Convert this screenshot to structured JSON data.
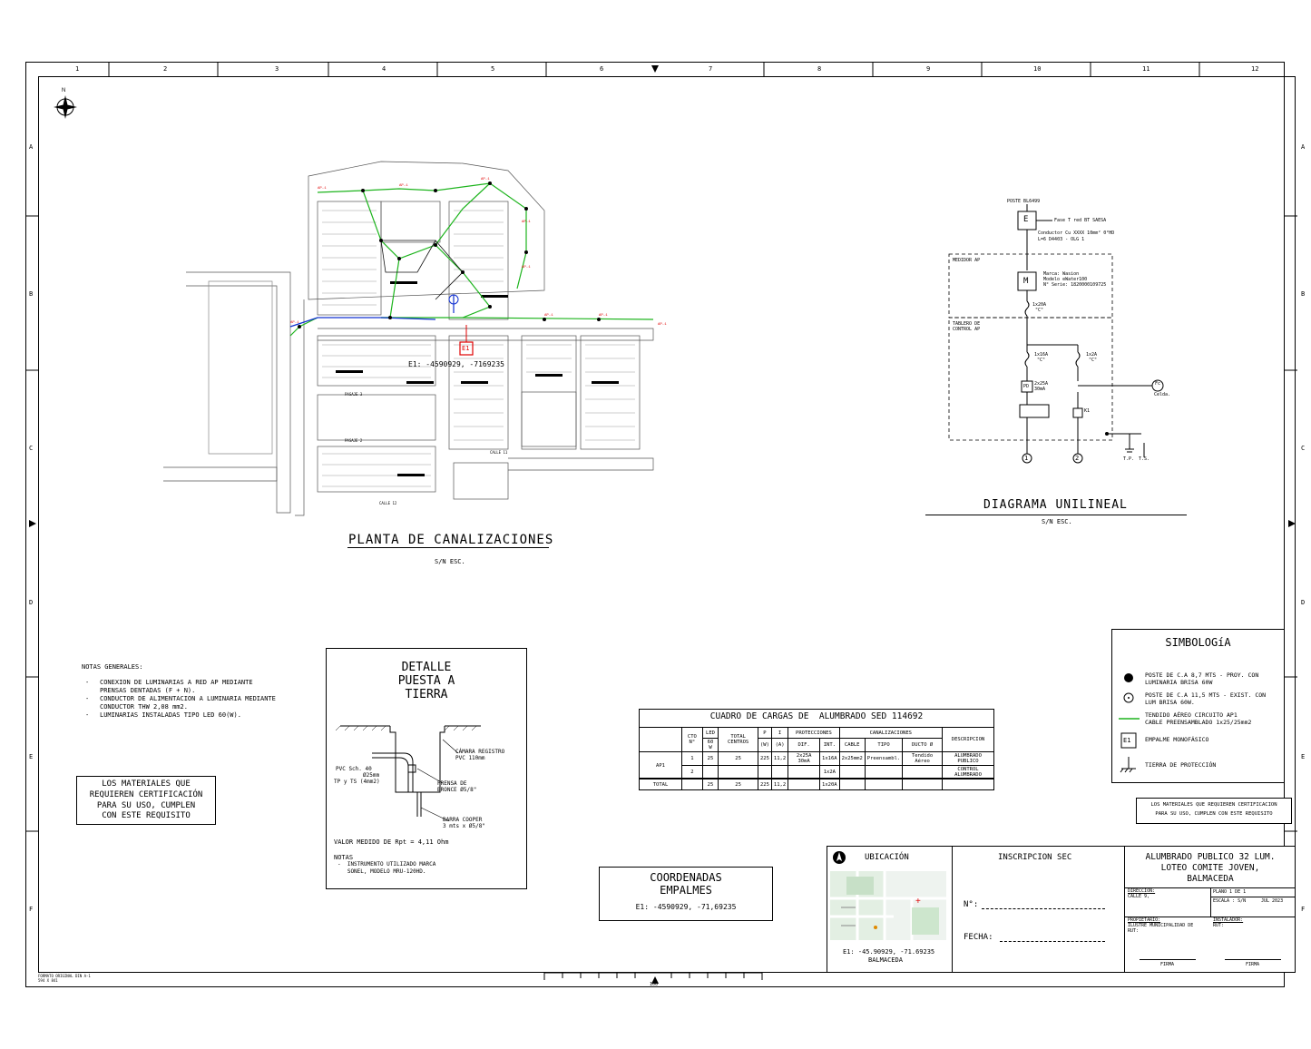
{
  "frame": {
    "columns": [
      "1",
      "2",
      "3",
      "4",
      "5",
      "6",
      "7",
      "8",
      "9",
      "10",
      "11",
      "12"
    ],
    "rows": [
      "A",
      "B",
      "C",
      "D",
      "E",
      "F"
    ],
    "footer_left": [
      "FORMATO ORIGINAL DIN A-1",
      "594 X 841"
    ],
    "bottom_label": "100"
  },
  "plan": {
    "title": "PLANTA DE CANALIZACIONES",
    "scale": "S/N ESC.",
    "empalme_label": "E1",
    "empalme_coords": "E1: -4590929, -7169235",
    "street_labels": [
      "CALLE 11",
      "CALLE 12",
      "PASAJE 3",
      "PASAJE 2"
    ]
  },
  "unifilar": {
    "title": "DIAGRAMA UNILINEAL",
    "scale": "S/N ESC.",
    "poste": "POSTE BL6499",
    "e_label": "E",
    "fase": "Fase T red BT SAESA",
    "conductor": [
      "Conductor Cu XXXX 10mm² 0°HD",
      "L=6 D4403 - OLG 1"
    ],
    "medidor_label": "MEDIDOR AP",
    "m_label": "M",
    "medidor_info": [
      "Marca: Wasion",
      "Modelo eWater100",
      "N° Serie: 1820000109725"
    ],
    "breaker_main": [
      "1x20A",
      "\"C\""
    ],
    "tablero": [
      "TABLERO DE",
      "CONTROL AP"
    ],
    "breaker_1": [
      "1x16A",
      "\"C\""
    ],
    "breaker_2": [
      "1x2A",
      "\"C\""
    ],
    "pd": [
      "2x25A",
      "30mA"
    ],
    "pd_label": "PD",
    "fotocelda": "Fc",
    "fotocelda_label": "Celda.",
    "k1": "K1",
    "circuit_1": "1",
    "circuit_2": "2",
    "tp": "T.P.",
    "ts": "T.S."
  },
  "notas": {
    "title": "NOTAS GENERALES:",
    "items": [
      [
        "-",
        "CONEXION DE LUMINARIAS A RED AP MEDIANTE",
        "PRENSAS DENTADAS (F + N)."
      ],
      [
        "-",
        "CONDUCTOR DE ALIMENTACION A LUMINARIA MEDIANTE",
        "CONDUCTOR THW 2,08 mm2."
      ],
      [
        "-",
        "LUMINARIAS INSTALADAS TIPO LED 60(W)."
      ]
    ]
  },
  "materiales": {
    "lines": [
      "LOS MATERIALES QUE",
      "REQUIEREN CERTIFICACIÓN",
      "PARA SU USO, CUMPLEN",
      "CON ESTE REQUISITO"
    ],
    "small": [
      "LOS MATERIALES QUE REQUIEREN CERTIFICACION",
      "PARA SU USO, CUMPLEN CON ESTE REQUISITO"
    ]
  },
  "detalle": {
    "title": [
      "DETALLE",
      "PUESTA A",
      "TIERRA"
    ],
    "camara": [
      "CÁMARA REGISTRO",
      "PVC 110mm"
    ],
    "pvc": [
      "PVC Sch. 40",
      "Ø25mm",
      "TP y TS (4mm2)"
    ],
    "prensa": [
      "PRENSA DE",
      "BRONCE Ø5/8\""
    ],
    "barra": [
      "BARRA COOPER",
      "3 mts x Ø5/8\""
    ],
    "valor": "VALOR MEDIDO DE Rpt = 4,11 Ohm",
    "notas_title": "NOTAS",
    "notas": [
      "-  INSTRUMENTO UTILIZADO MARCA",
      "   SONEL, MODELO MRU-120HD."
    ]
  },
  "cuadro": {
    "title": "CUADRO DE CARGAS DE  ALUMBRADO SED 114692",
    "headers": [
      "CTO. N°",
      "LED 60 W",
      "TOTAL CENTROS",
      "P (W)",
      "I (A)",
      "PROTECCIONES DIF.",
      "PROTECCIONES INT.",
      "CABLE",
      "TIPO",
      "DUCTO Ø",
      "DESCRIPCION"
    ],
    "group_prot": "PROTECCIONES",
    "group_canal": "CANALIZACIONES",
    "h_cto": "CTO N°",
    "h_led": "LED",
    "h_led2": "60 W",
    "h_total": "TOTAL CENTROS",
    "h_p": "P",
    "h_p2": "(W)",
    "h_i": "I",
    "h_i2": "(A)",
    "h_dif": "DIF.",
    "h_int": "INT.",
    "h_cable": "CABLE",
    "h_tipo": "TIPO",
    "h_ducto": "DUCTO Ø",
    "h_desc": "DESCRIPCION",
    "ap1": "AP1",
    "rows": [
      {
        "cto": "1",
        "led": "25",
        "total": "25",
        "p": "225",
        "i": "11,2",
        "dif": "2x25A 30mA",
        "int": "1x16A",
        "cable": "2x25mm2",
        "tipo": "Preensambl.",
        "ducto": "Tendido Aéreo",
        "desc": "ALUMBRADO PUBLICO"
      },
      {
        "cto": "2",
        "led": "",
        "total": "",
        "p": "",
        "i": "",
        "dif": "",
        "int": "1x2A",
        "cable": "",
        "tipo": "",
        "ducto": "",
        "desc": "CONTROL ALUMBRADO"
      }
    ],
    "total": {
      "label": "TOTAL",
      "led": "25",
      "total": "25",
      "p": "225",
      "i": "11,2",
      "int": "1x20A"
    }
  },
  "coordenadas": {
    "title": [
      "COORDENADAS",
      "EMPALMES"
    ],
    "value": "E1: -4590929, -71,69235"
  },
  "simbologia": {
    "title": "SIMBOLOGíA",
    "items": [
      {
        "icon": "filled-dot",
        "text": [
          "POSTE DE C.A 8,7 MTS - PROY. CON",
          "LUMINARIA BRISA 60W"
        ]
      },
      {
        "icon": "hollow-dot",
        "text": [
          "POSTE DE C.A 11,5 MTS - EXIST. CON",
          "LUM BRISA 60W."
        ]
      },
      {
        "icon": "green-line",
        "text": [
          "TENDIDO AÉREO CIRCUITO AP1",
          "CABLE PREENSAMBLADO 1x25/25mm2"
        ]
      },
      {
        "icon": "e1-box",
        "text": [
          "EMPALME MONOFÁSICO"
        ]
      },
      {
        "icon": "ground",
        "text": [
          "TIERRA DE PROTECCIÓN"
        ]
      }
    ],
    "e1": "E1"
  },
  "ubicacion": {
    "title": "UBICACIÓN",
    "coords": "E1: -45.90929, -71.69235",
    "place": "BALMACEDA"
  },
  "sec": {
    "title": "INSCRIPCION SEC",
    "n_label": "N°:",
    "fecha_label": "FECHA:"
  },
  "titleblock": {
    "project": [
      "ALUMBRADO PUBLICO 32 LUM.",
      "LOTEO COMITE JOVEN,",
      "BALMACEDA"
    ],
    "direccion_label": "DIRECCIÓN:",
    "direccion": "CALLE 9,",
    "plano": "PLANO 1 DE 1",
    "escala": "ESCALA : S/N",
    "fecha": "JUL 2023",
    "propietario_label": "PROPIETARIO:",
    "propietario": [
      "ILUSTRE MUNICIPALIDAD DE",
      "RUT:"
    ],
    "instalador_label": "INSTALADOR:",
    "instalador": "RUT:",
    "firma1": "FIRMA",
    "firma2": "FIRMA"
  },
  "colors": {
    "green": "#1db41d",
    "red": "#e00000",
    "blue": "#1030d0"
  }
}
